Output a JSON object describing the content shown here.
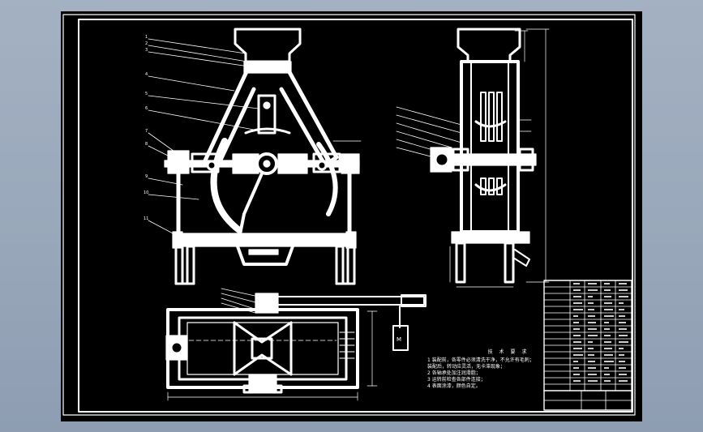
{
  "drawing": {
    "line_color": "#ffffff",
    "background_color": "#000000",
    "workspace_color": "#9aa8bb"
  },
  "notes": {
    "title": "技 术 要 求",
    "items": [
      "1 装配前，各零件必须清洗干净，不允许有毛刺；",
      "  装配后，转动应灵活，无卡滞现象；",
      "2 各轴承处加注润滑脂；",
      "3 运转前检查各部件连接；",
      "4 表面涂漆，颜色自定。"
    ]
  }
}
